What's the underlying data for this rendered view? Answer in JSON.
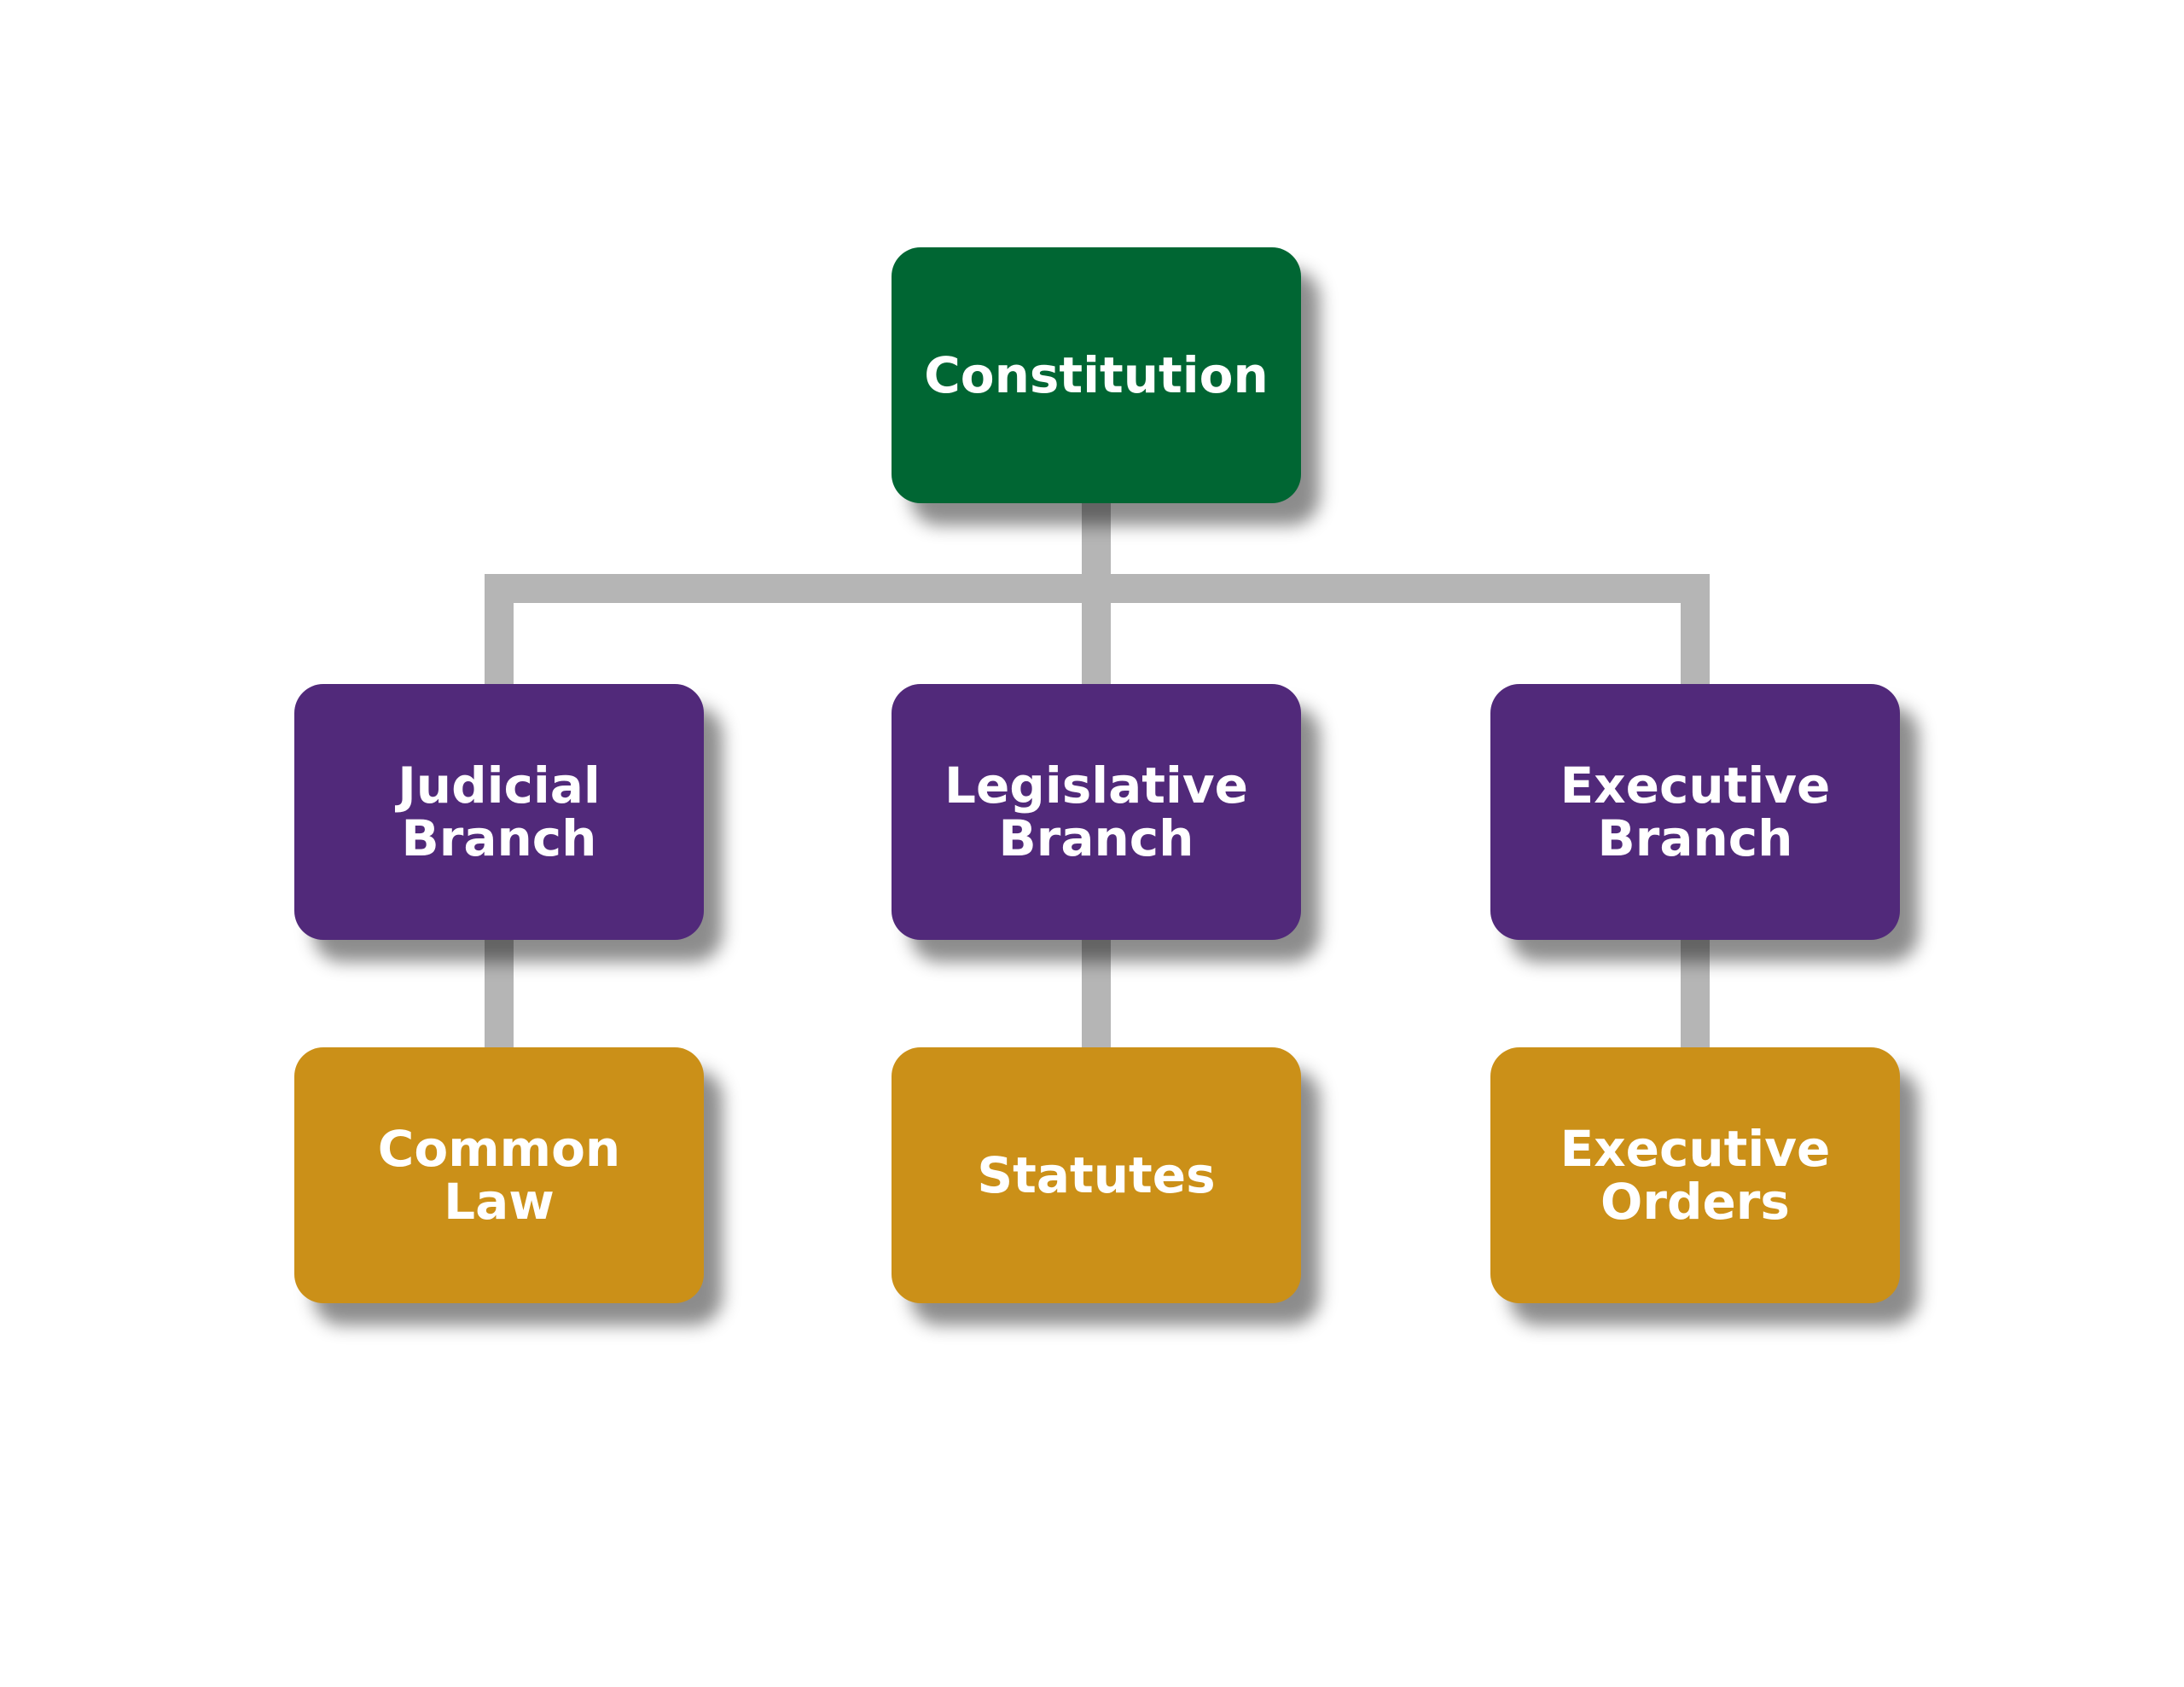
{
  "colors": {
    "root": "#006633",
    "branch": "#51297a",
    "source": "#cb9018",
    "connector": "#b5b5b5",
    "text": "#ffffff"
  },
  "root": {
    "label": "Constitution"
  },
  "branches": [
    {
      "label": "Judicial\nBranch"
    },
    {
      "label": "Legislative\nBranch"
    },
    {
      "label": "Executive\nBranch"
    }
  ],
  "sources": [
    {
      "label": "Common\nLaw"
    },
    {
      "label": "Statutes"
    },
    {
      "label": "Executive\nOrders"
    }
  ]
}
